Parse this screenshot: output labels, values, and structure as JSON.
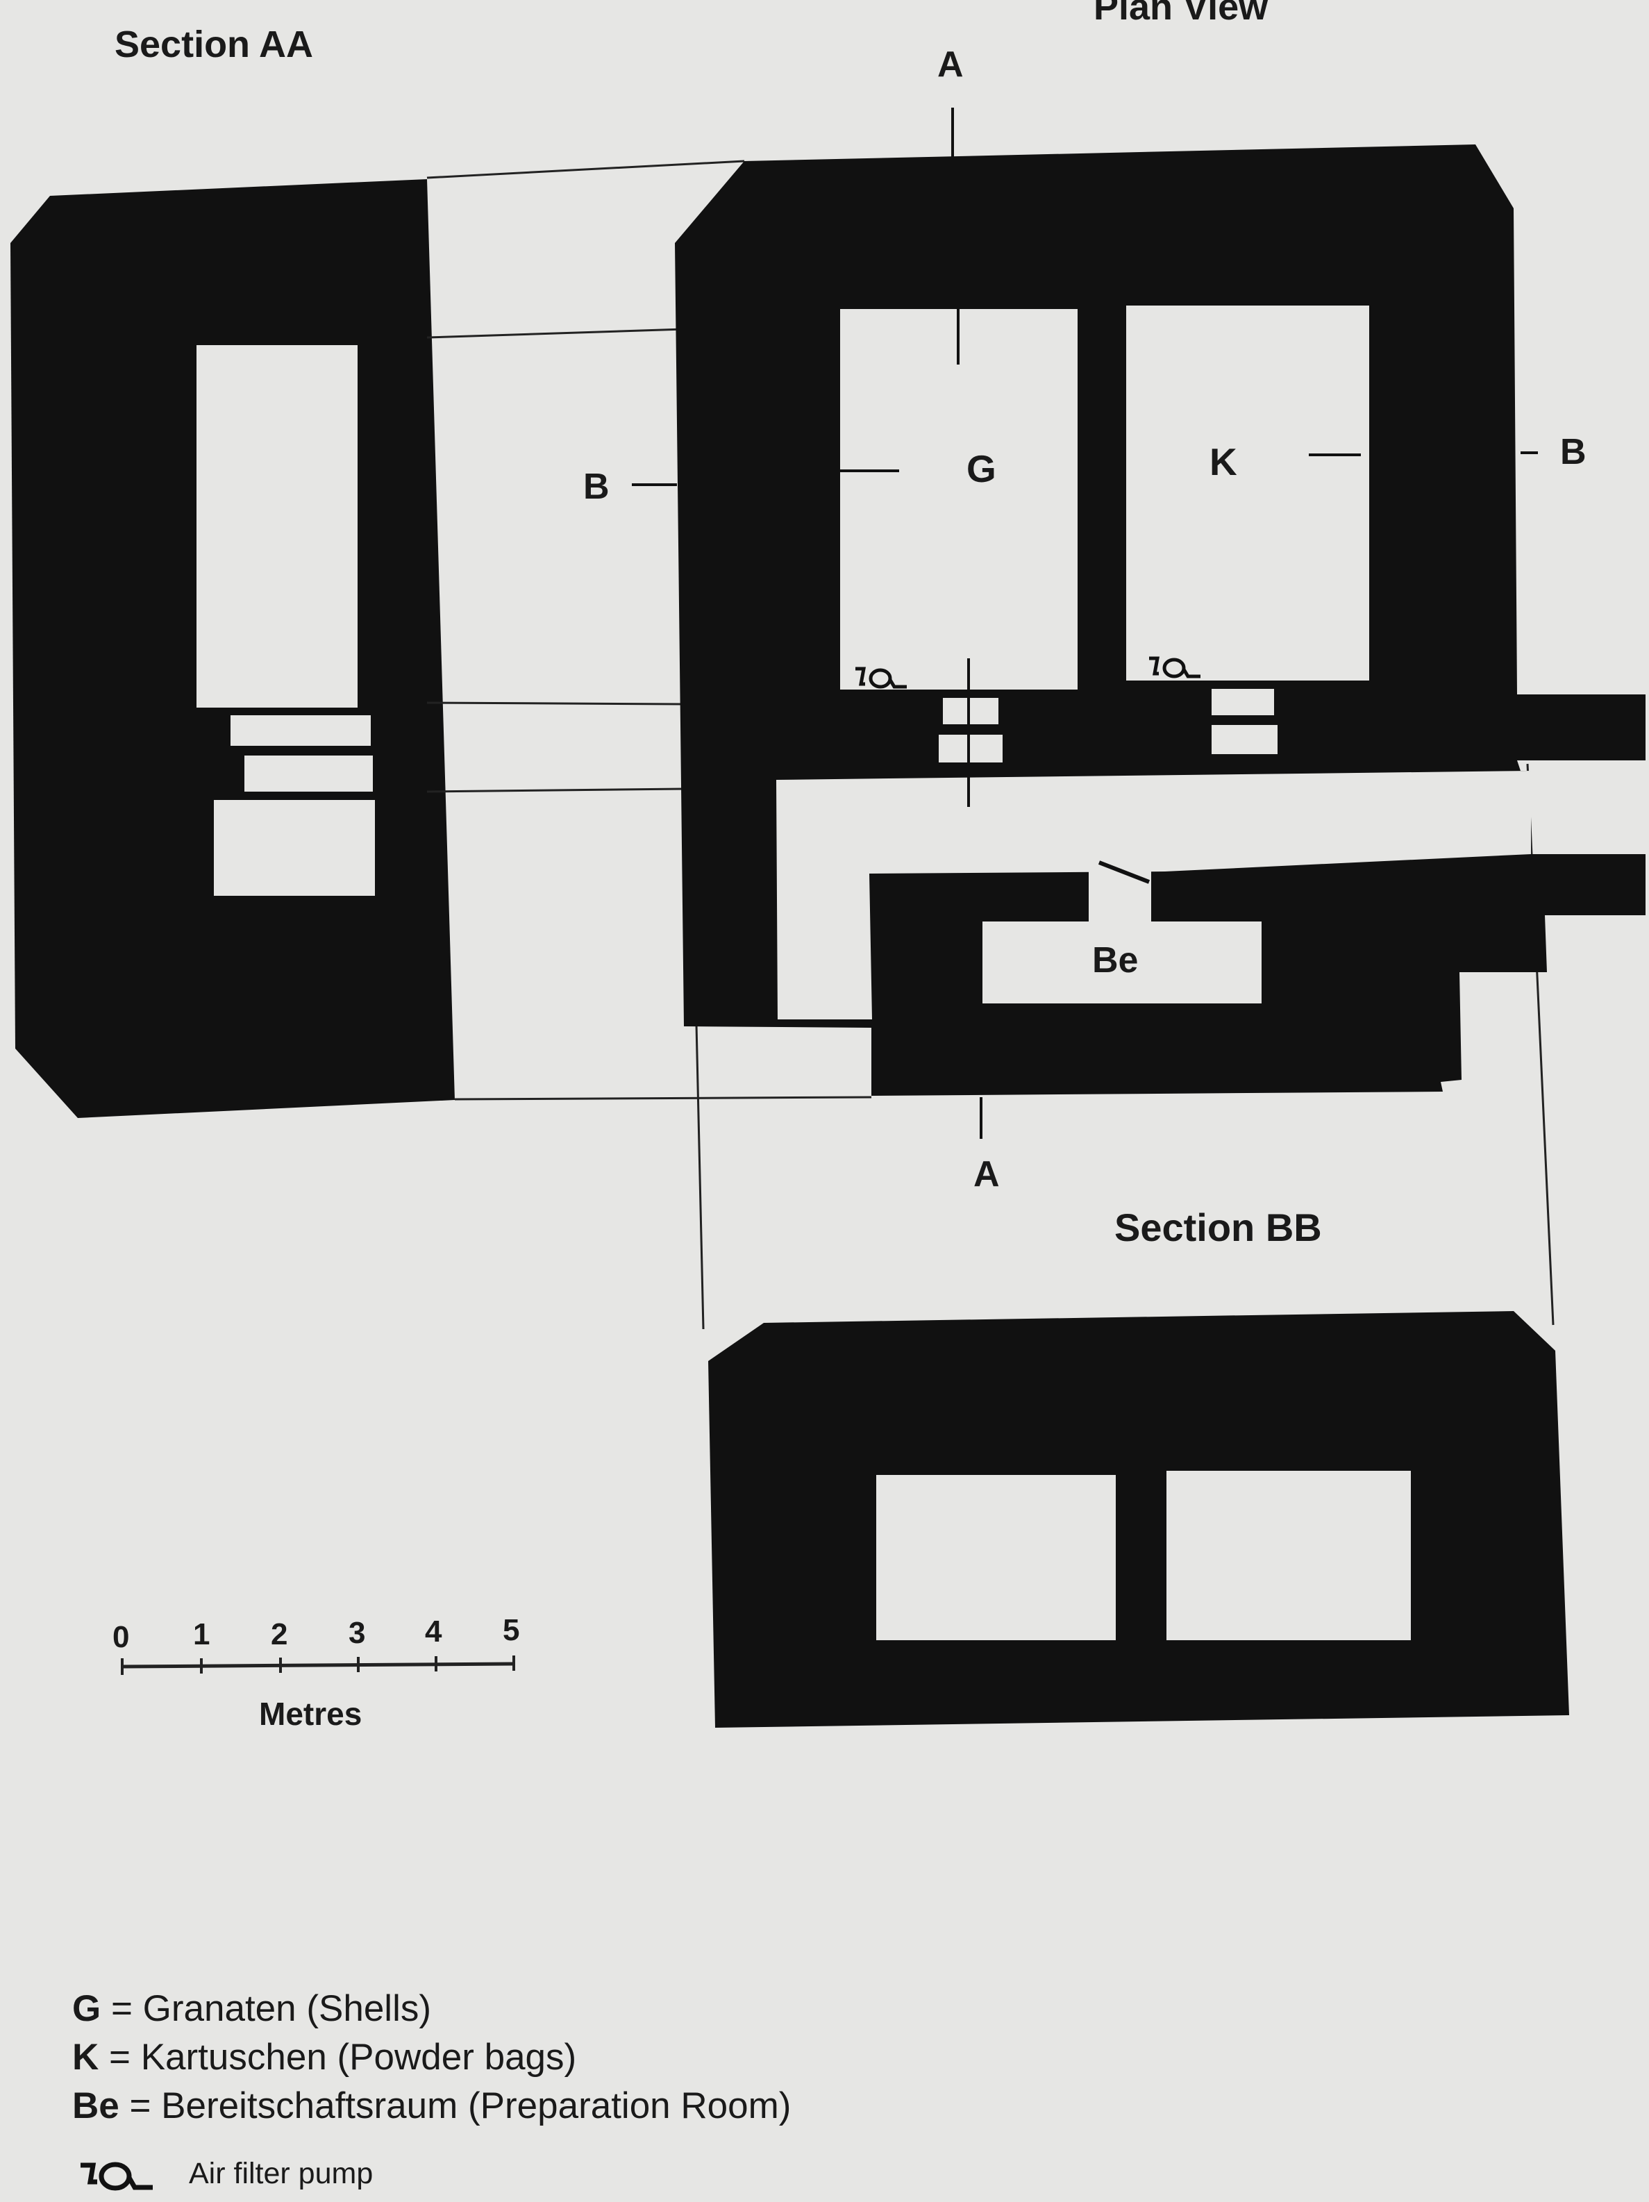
{
  "labels": {
    "section_aa": "Section AA",
    "plan_view": "Plan View",
    "section_bb": "Section BB",
    "cut_a": "A",
    "cut_b": "B",
    "room_g": "G",
    "room_k": "K",
    "room_be": "Be"
  },
  "scale_bar": {
    "ticks": [
      "0",
      "1",
      "2",
      "3",
      "4",
      "5"
    ],
    "unit": "Metres"
  },
  "legend": [
    {
      "key": "G",
      "text": "= Granaten (Shells)"
    },
    {
      "key": "K",
      "text": "= Kartuschen (Powder bags)"
    },
    {
      "key": "Be",
      "text": "= Bereitschaftsraum (Preparation Room)"
    }
  ],
  "symbol_legend": {
    "icon": "air-filter-pump-icon",
    "text": "Air filter pump"
  },
  "colors": {
    "background": "#e6e6e4",
    "solid": "#111111",
    "ink": "#1a1a1a"
  }
}
